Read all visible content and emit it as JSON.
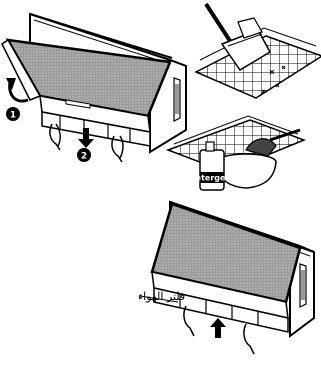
{
  "steps": {
    "step1": "1",
    "step2": "2"
  },
  "detergent_label": "Detergent",
  "filter_label": "فلتر الهواء"
}
